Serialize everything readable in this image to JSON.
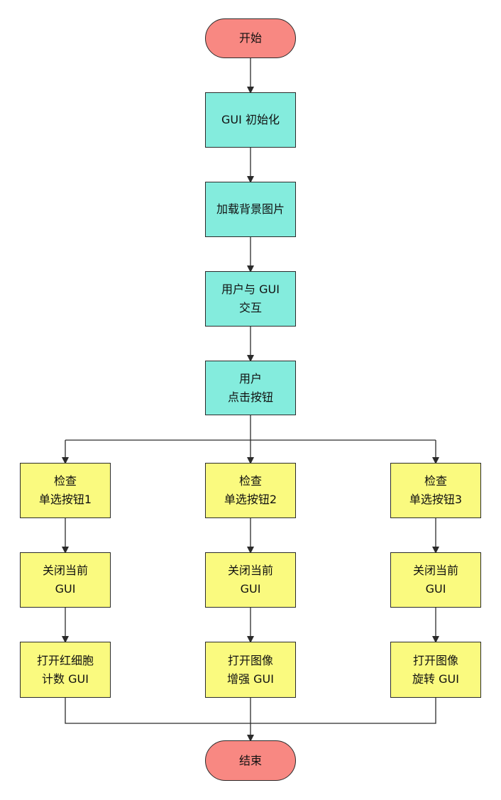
{
  "flowchart": {
    "start": {
      "lines": [
        "开始"
      ]
    },
    "gui_init": {
      "lines": [
        "GUI 初始化"
      ]
    },
    "load_bg": {
      "lines": [
        "加载背景图片"
      ]
    },
    "interact": {
      "lines": [
        "用户与 GUI",
        "交互"
      ]
    },
    "click": {
      "lines": [
        "用户",
        "点击按钮"
      ]
    },
    "branches": [
      {
        "check": {
          "lines": [
            "检查",
            "单选按钮1"
          ]
        },
        "close": {
          "lines": [
            "关闭当前",
            "GUI"
          ]
        },
        "open": {
          "lines": [
            "打开红细胞",
            "计数 GUI"
          ]
        }
      },
      {
        "check": {
          "lines": [
            "检查",
            "单选按钮2"
          ]
        },
        "close": {
          "lines": [
            "关闭当前",
            "GUI"
          ]
        },
        "open": {
          "lines": [
            "打开图像",
            "增强 GUI"
          ]
        }
      },
      {
        "check": {
          "lines": [
            "检查",
            "单选按钮3"
          ]
        },
        "close": {
          "lines": [
            "关闭当前",
            "GUI"
          ]
        },
        "open": {
          "lines": [
            "打开图像",
            "旋转 GUI"
          ]
        }
      }
    ],
    "end": {
      "lines": [
        "结束"
      ]
    },
    "colors": {
      "terminal": "#f88882",
      "process_main": "#84ecdd",
      "process_branch": "#fafa7f",
      "line": "#2b2b2b"
    }
  }
}
